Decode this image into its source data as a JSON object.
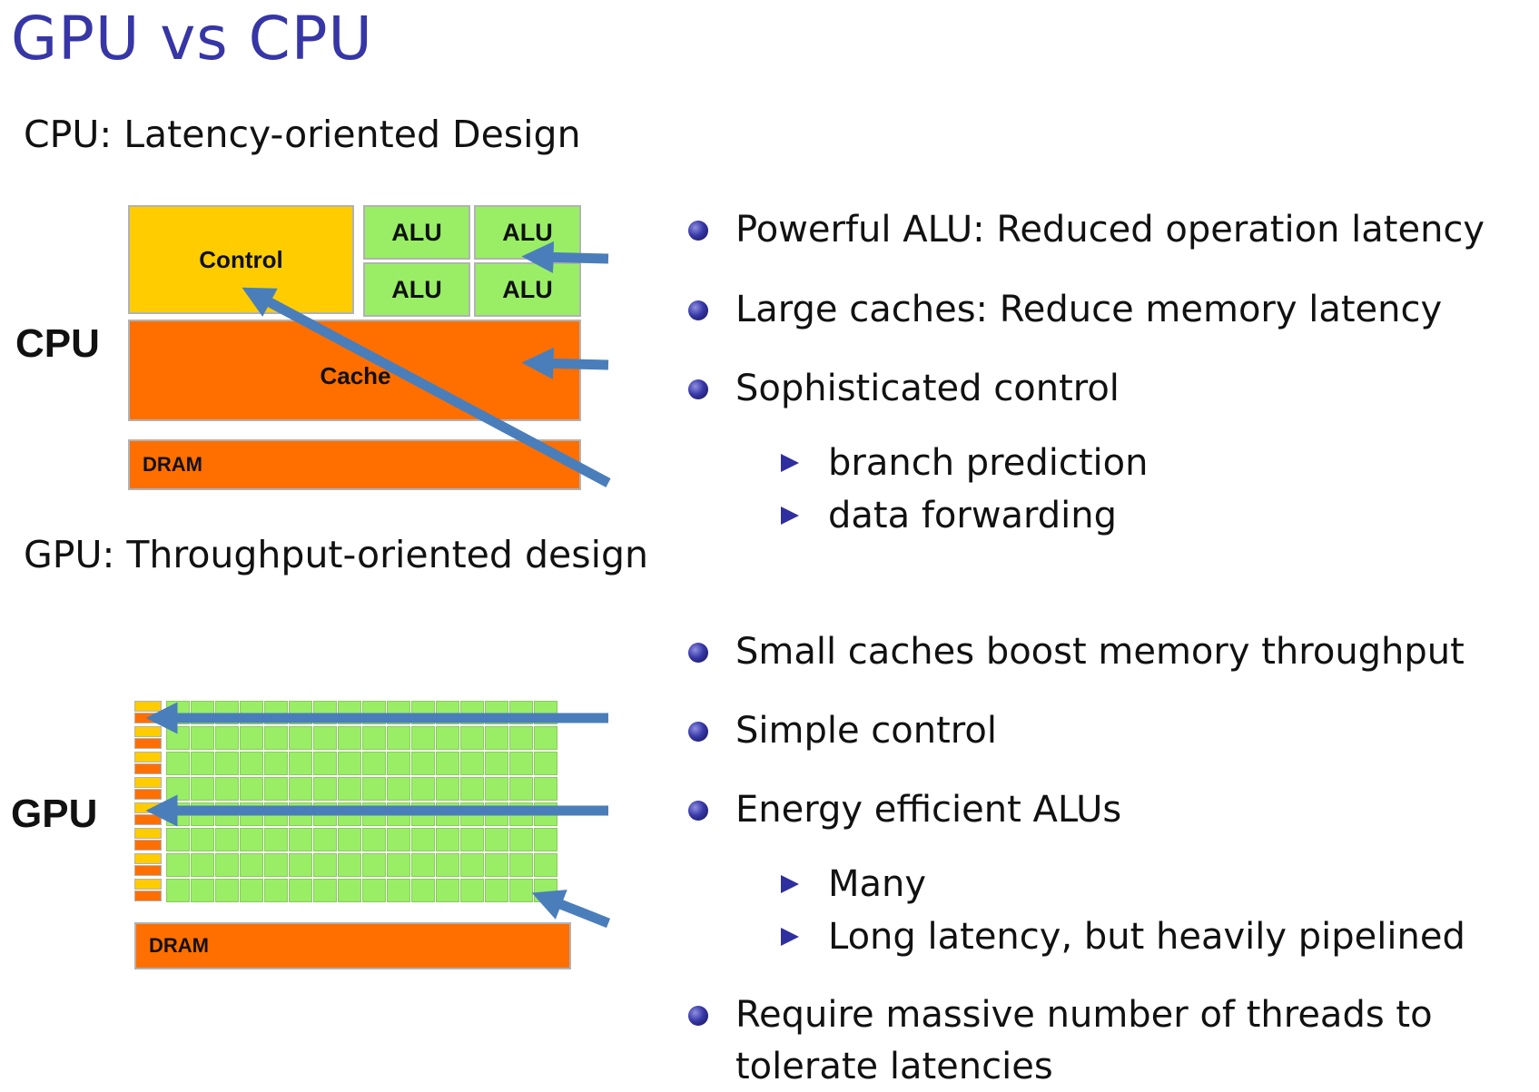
{
  "title": "GPU vs CPU",
  "cpu": {
    "heading": "CPU: Latency-oriented Design",
    "chip_label": "CPU",
    "diagram": {
      "control": "Control",
      "alus": [
        "ALU",
        "ALU",
        "ALU",
        "ALU"
      ],
      "cache": "Cache",
      "dram": "DRAM"
    },
    "bullets": [
      {
        "text": "Powerful ALU: Reduced operation latency"
      },
      {
        "text": "Large caches: Reduce memory latency"
      },
      {
        "text": "Sophisticated control",
        "subs": [
          "branch prediction",
          "data forwarding"
        ]
      }
    ]
  },
  "gpu": {
    "heading": "GPU: Throughput-oriented design",
    "chip_label": "GPU",
    "diagram": {
      "rows": 8,
      "alus_per_row": 16,
      "dram": "DRAM"
    },
    "bullets": [
      {
        "text": "Small caches boost memory throughput"
      },
      {
        "text": "Simple control"
      },
      {
        "text": "Energy efficient ALUs",
        "subs": [
          "Many",
          "Long latency, but heavily pipelined"
        ]
      },
      {
        "text": "Require massive number of threads to",
        "cont": "tolerate latencies"
      }
    ]
  },
  "colors": {
    "title": "#3636a6",
    "control": "#ffcc00",
    "alu": "#99ee66",
    "cache": "#ff6f00",
    "arrow": "#4a7ebb",
    "bullet": "#3838a8"
  }
}
